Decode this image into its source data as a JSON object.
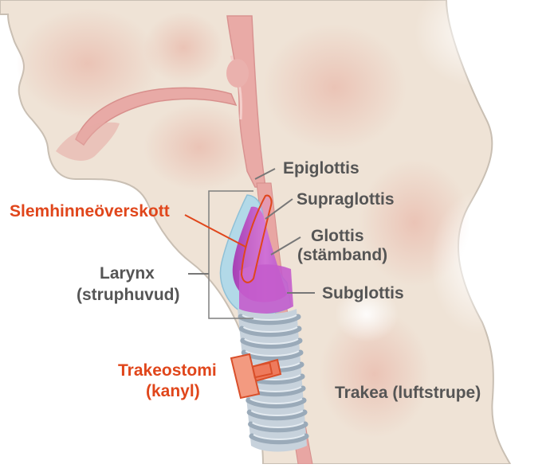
{
  "labels": {
    "epiglottis": "Epiglottis",
    "supraglottis": "Supraglottis",
    "slemhinne": "Slemhinneöverskott",
    "glottis_1": "Glottis",
    "glottis_2": "(stämband)",
    "larynx_1": "Larynx",
    "larynx_2": "(struphuvud)",
    "subglottis": "Subglottis",
    "trakeostomi_1": "Trakeostomi",
    "trakeostomi_2": "(kanyl)",
    "trakea": "Trakea (luftstrupe)"
  },
  "colors": {
    "label_gray": "#555555",
    "label_orange": "#e0461b",
    "skin": "#efe3d6",
    "outline": "#c9bfb3",
    "airway": "#e7a7a3",
    "larynx_purple": "#c45ccc",
    "larynx_blue": "#a8d4e6",
    "trachea_ring": "#9aaab9",
    "cannula": "#ee7a5c"
  }
}
